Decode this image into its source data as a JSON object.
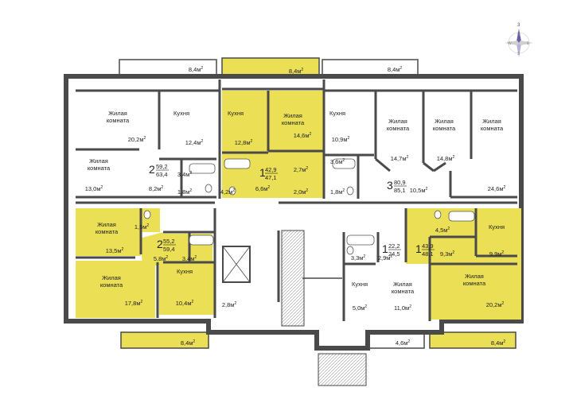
{
  "colors": {
    "highlight": "#ebdf55",
    "wall": "#4a4a4a",
    "white": "#ffffff",
    "fixture": "#555555"
  },
  "compass": {
    "north": "N",
    "south": "S",
    "east": "E",
    "west": "W",
    "small": "3"
  },
  "apartments": [
    {
      "number": "2",
      "area_top": "59,2",
      "area_bottom": "63,4"
    },
    {
      "number": "1",
      "area_top": "42,9",
      "area_bottom": "47,1"
    },
    {
      "number": "3",
      "area_top": "80,9",
      "area_bottom": "85,1"
    },
    {
      "number": "2",
      "area_top": "55,2",
      "area_bottom": "59,4"
    },
    {
      "number": "1",
      "area_top": "22,2",
      "area_bottom": "24,5"
    },
    {
      "number": "1",
      "area_top": "43,9",
      "area_bottom": "48,1"
    }
  ],
  "rooms": [
    {
      "id": "r1",
      "label_lines": [
        "Жилая",
        "комната"
      ],
      "area": "20,2"
    },
    {
      "id": "r2",
      "label_lines": [
        "Кухня"
      ],
      "area": "12,4"
    },
    {
      "id": "r3",
      "label_lines": [
        "Кухня"
      ],
      "area": "12,8"
    },
    {
      "id": "r4",
      "label_lines": [
        "Жилая",
        "комната"
      ],
      "area": "14,6"
    },
    {
      "id": "r5",
      "label_lines": [
        "Кухня"
      ],
      "area": "10,9"
    },
    {
      "id": "r6",
      "label_lines": [
        "Жилая",
        "комната"
      ],
      "area": "14,7"
    },
    {
      "id": "r7",
      "label_lines": [
        "Жилая",
        "комната"
      ],
      "area": "14,8"
    },
    {
      "id": "r8",
      "label_lines": [
        "Жилая",
        "комната"
      ],
      "area": "24,6"
    },
    {
      "id": "r9",
      "label_lines": [
        "Жилая",
        "комната"
      ],
      "area": "13,0"
    },
    {
      "id": "r10",
      "label_lines": [],
      "area": "8,2"
    },
    {
      "id": "r11",
      "label_lines": [],
      "area": "3,4"
    },
    {
      "id": "r12",
      "label_lines": [],
      "area": "1,8"
    },
    {
      "id": "r13",
      "label_lines": [],
      "area": "4,2"
    },
    {
      "id": "r14",
      "label_lines": [],
      "area": "6,6"
    },
    {
      "id": "r15",
      "label_lines": [],
      "area": "2,7"
    },
    {
      "id": "r16",
      "label_lines": [],
      "area": "2,0"
    },
    {
      "id": "r17",
      "label_lines": [],
      "area": "3,6"
    },
    {
      "id": "r18",
      "label_lines": [],
      "area": "1,8"
    },
    {
      "id": "r19",
      "label_lines": [],
      "area": "10,5"
    },
    {
      "id": "r20",
      "label_lines": [
        "Жилая",
        "комната"
      ],
      "area": "13,5"
    },
    {
      "id": "r21",
      "label_lines": [],
      "area": "1,5"
    },
    {
      "id": "r22",
      "label_lines": [],
      "area": "5,8"
    },
    {
      "id": "r23",
      "label_lines": [],
      "area": "3,4"
    },
    {
      "id": "r24",
      "label_lines": [
        "Жилая",
        "комната"
      ],
      "area": "17,8"
    },
    {
      "id": "r25",
      "label_lines": [
        "Кухня"
      ],
      "area": "10,4"
    },
    {
      "id": "r26",
      "label_lines": [],
      "area": "2,8"
    },
    {
      "id": "r27",
      "label_lines": [],
      "area": "3,3"
    },
    {
      "id": "r28",
      "label_lines": [],
      "area": "2,9"
    },
    {
      "id": "r29",
      "label_lines": [
        "Кухня"
      ],
      "area": "5,0"
    },
    {
      "id": "r30",
      "label_lines": [
        "Жилая",
        "комната"
      ],
      "area": "11,0"
    },
    {
      "id": "r31",
      "label_lines": [],
      "area": "4,5"
    },
    {
      "id": "r32",
      "label_lines": [
        "Кухня"
      ],
      "area": "9,9"
    },
    {
      "id": "r33",
      "label_lines": [],
      "area": "9,3"
    },
    {
      "id": "r34",
      "label_lines": [
        "Жилая",
        "комната"
      ],
      "area": "20,2"
    },
    {
      "id": "b1",
      "label_lines": [],
      "area": "8,4"
    },
    {
      "id": "b2",
      "label_lines": [],
      "area": "8,4"
    },
    {
      "id": "b3",
      "label_lines": [],
      "area": "8,4"
    },
    {
      "id": "b4",
      "label_lines": [],
      "area": "8,4"
    },
    {
      "id": "b5",
      "label_lines": [],
      "area": "4,6"
    },
    {
      "id": "b6",
      "label_lines": [],
      "area": "8,4"
    }
  ]
}
